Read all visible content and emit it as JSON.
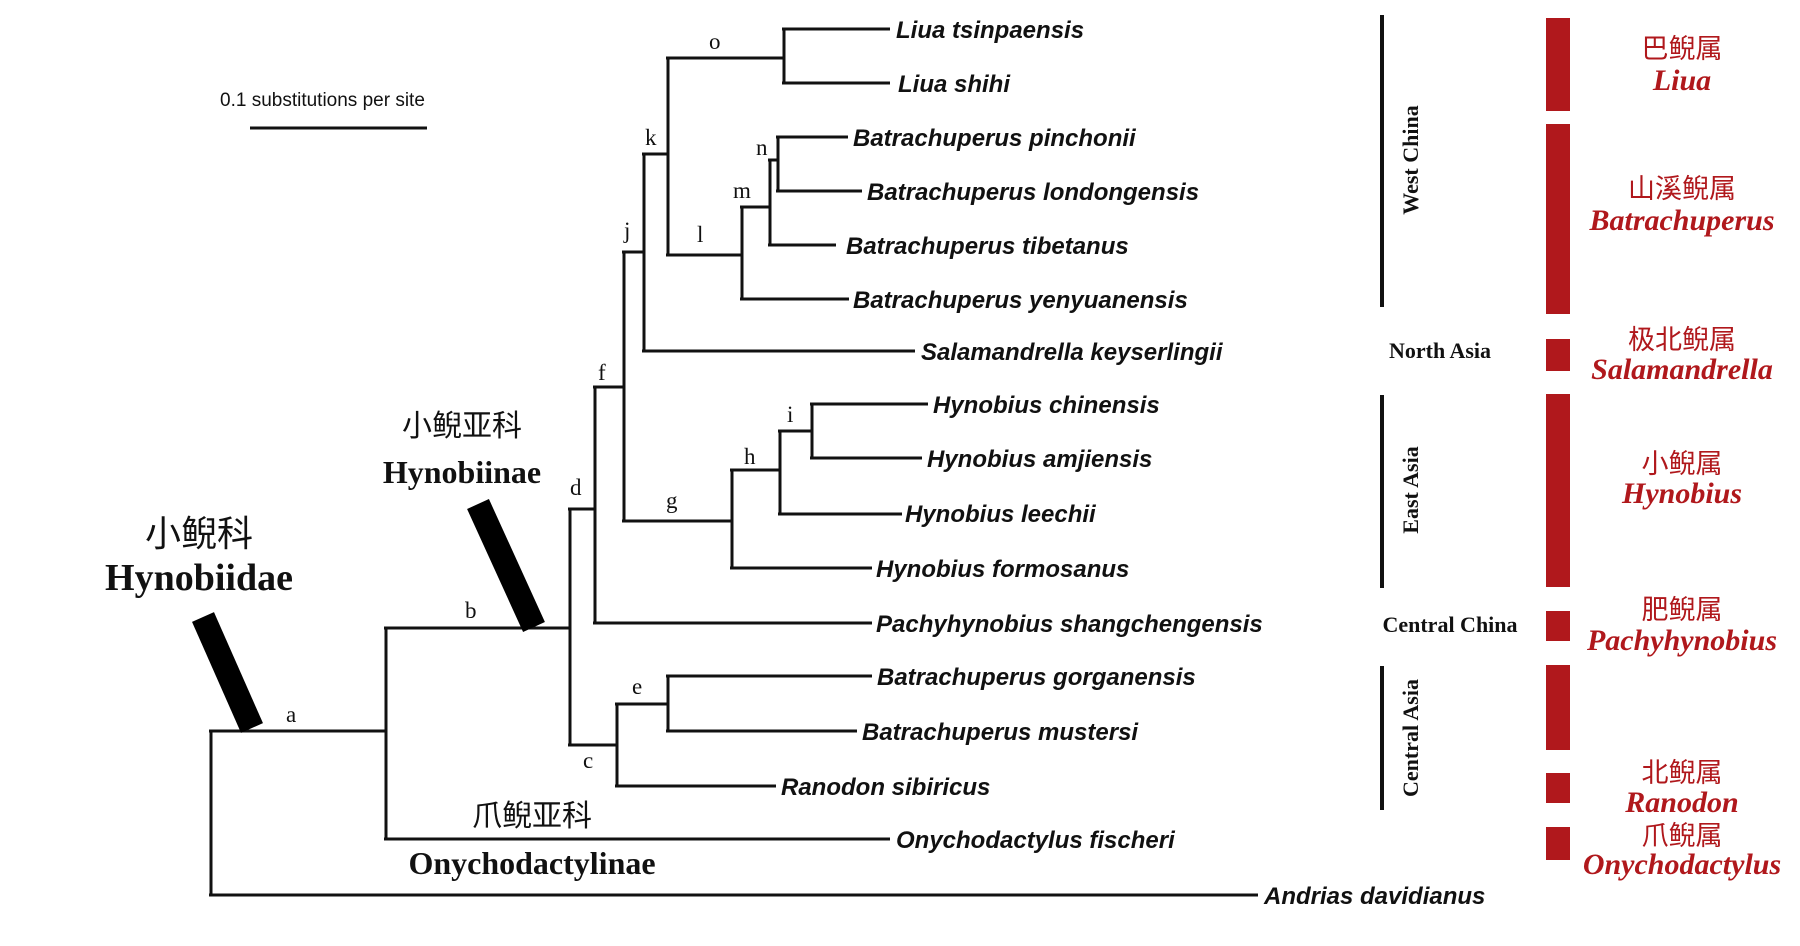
{
  "scale_bar": {
    "label": "0.1 substitutions per site"
  },
  "family": {
    "cn": "小鲵科",
    "latin": "Hynobiidae"
  },
  "subfamilies": [
    {
      "cn": "小鲵亚科",
      "latin": "Hynobiinae"
    },
    {
      "cn": "爪鲵亚科",
      "latin": "Onychodactylinae"
    }
  ],
  "nodes": [
    "a",
    "b",
    "c",
    "d",
    "e",
    "f",
    "g",
    "h",
    "i",
    "j",
    "k",
    "l",
    "m",
    "n",
    "o"
  ],
  "taxa": [
    "Liua tsinpaensis",
    "Liua shihi",
    "Batrachuperus pinchonii",
    "Batrachuperus londongensis",
    "Batrachuperus tibetanus",
    "Batrachuperus yenyuanensis",
    "Salamandrella keyserlingii",
    "Hynobius chinensis",
    "Hynobius amjiensis",
    "Hynobius leechii",
    "Hynobius formosanus",
    "Pachyhynobius shangchengensis",
    "Batrachuperus gorganensis",
    "Batrachuperus mustersi",
    "Ranodon sibiricus",
    "Onychodactylus fischeri",
    "Andrias davidianus"
  ],
  "regions": [
    "West China",
    "North Asia",
    "East Asia",
    "Central China",
    "Central Asia"
  ],
  "genera": [
    {
      "cn": "巴鲵属",
      "latin": "Liua"
    },
    {
      "cn": "山溪鲵属",
      "latin": "Batrachuperus"
    },
    {
      "cn": "极北鲵属",
      "latin": "Salamandrella"
    },
    {
      "cn": "小鲵属",
      "latin": "Hynobius"
    },
    {
      "cn": "肥鲵属",
      "latin": "Pachyhynobius"
    },
    {
      "cn": "北鲵属",
      "latin": "Ranodon"
    },
    {
      "cn": "爪鲵属",
      "latin": "Onychodactylus"
    }
  ],
  "colors": {
    "genus_bar": "#b0181c",
    "tree": "#111111"
  }
}
